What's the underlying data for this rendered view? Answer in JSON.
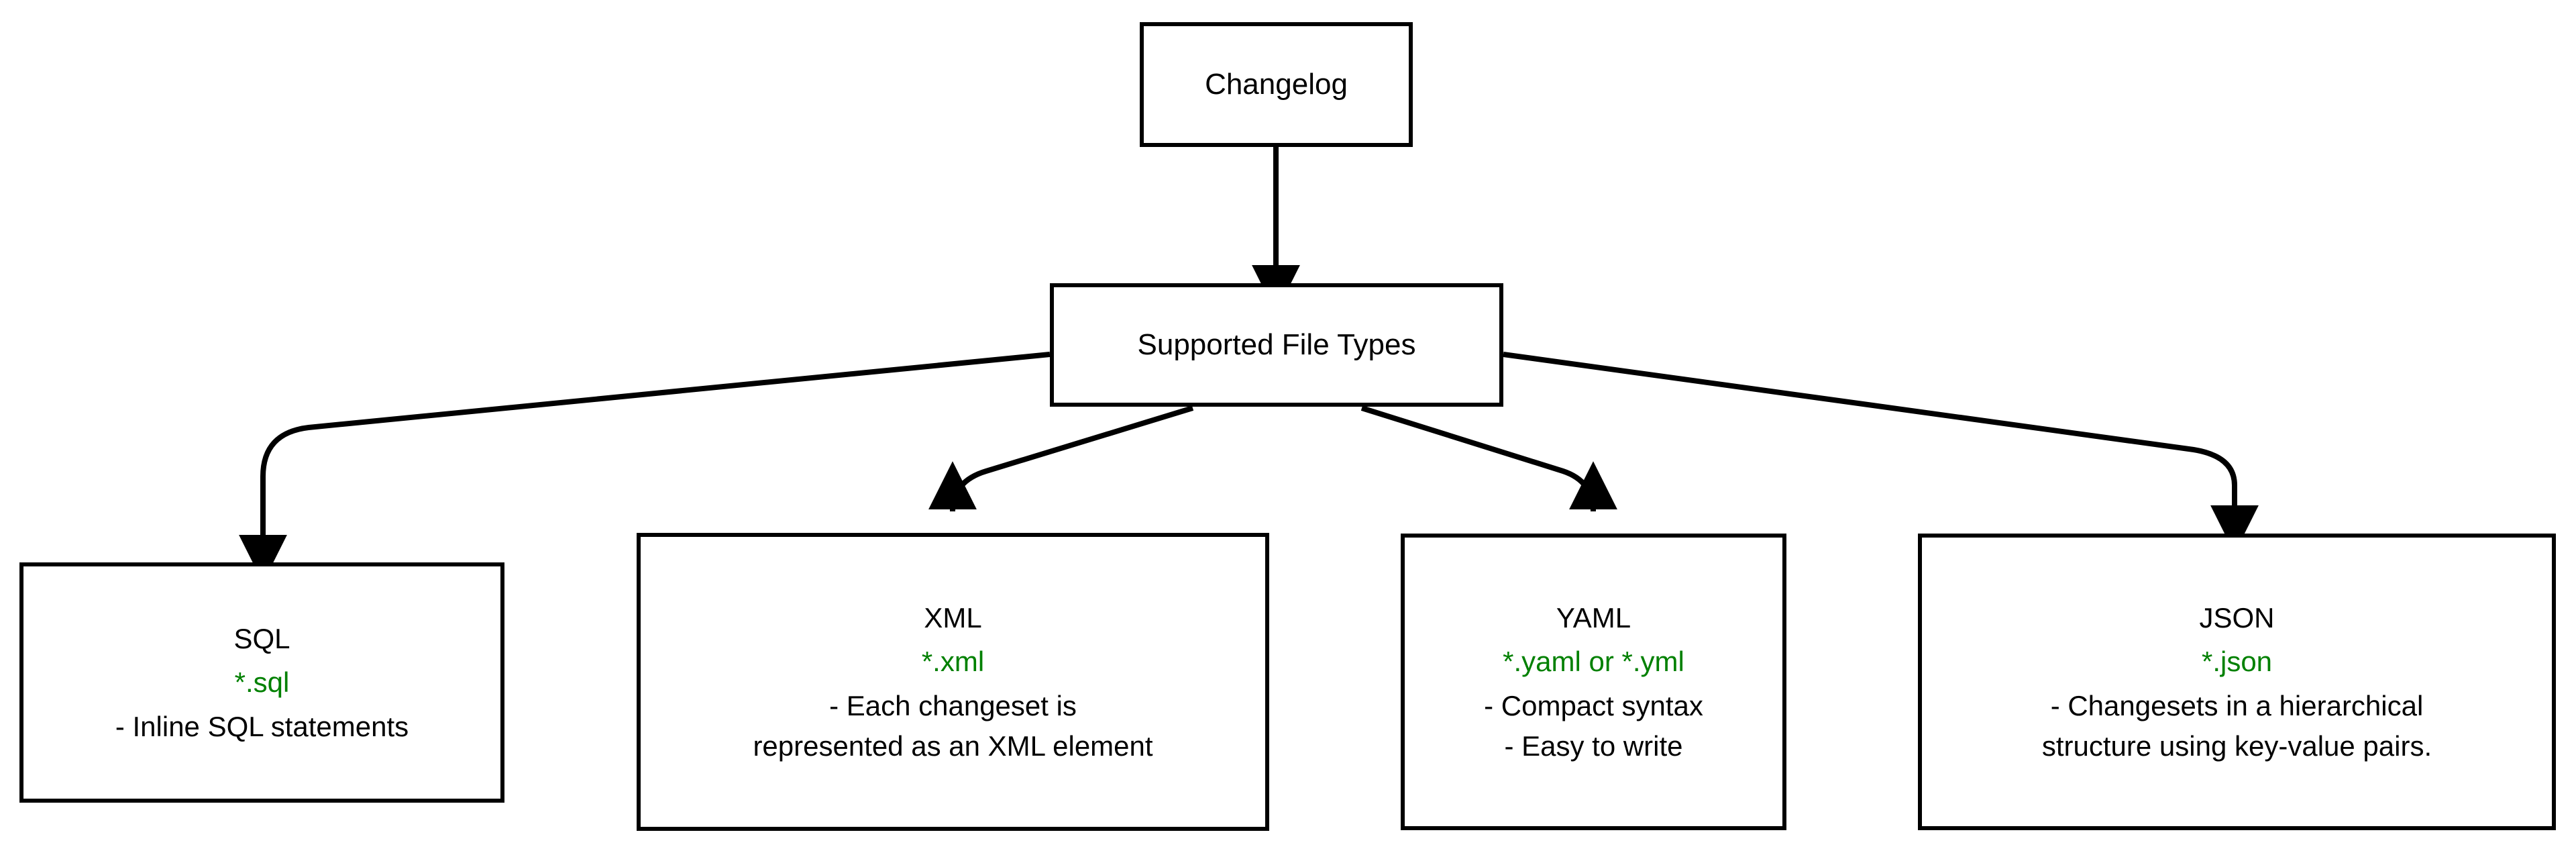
{
  "diagram": {
    "title": "Changelog Supported File Types",
    "colors": {
      "background": "#ffffff",
      "node_border": "#000000",
      "node_fill": "#ffffff",
      "text": "#000000",
      "extension_accent": "#008000",
      "edge": "#000000"
    },
    "root": {
      "id": "changelog",
      "label": "Changelog"
    },
    "intermediate": {
      "id": "supported-file-types",
      "label": "Supported File Types"
    },
    "leaves": [
      {
        "id": "sql",
        "title": "SQL",
        "extension": "*.sql",
        "details": [
          "- Inline SQL statements"
        ]
      },
      {
        "id": "xml",
        "title": "XML",
        "extension": "*.xml",
        "details": [
          "- Each changeset is",
          "represented as an XML element"
        ]
      },
      {
        "id": "yaml",
        "title": "YAML",
        "extension": "*.yaml or *.yml",
        "details": [
          "- Compact syntax",
          "- Easy to write"
        ]
      },
      {
        "id": "json",
        "title": "JSON",
        "extension": "*.json",
        "details": [
          "- Changesets in a hierarchical",
          "structure using key-value pairs."
        ]
      }
    ],
    "edges": [
      {
        "from": "changelog",
        "to": "supported-file-types",
        "style": "straight-arrow"
      },
      {
        "from": "supported-file-types",
        "to": "sql",
        "style": "curved-arrow"
      },
      {
        "from": "supported-file-types",
        "to": "xml",
        "style": "curved-arrow"
      },
      {
        "from": "supported-file-types",
        "to": "yaml",
        "style": "curved-arrow"
      },
      {
        "from": "supported-file-types",
        "to": "json",
        "style": "curved-arrow"
      }
    ]
  }
}
